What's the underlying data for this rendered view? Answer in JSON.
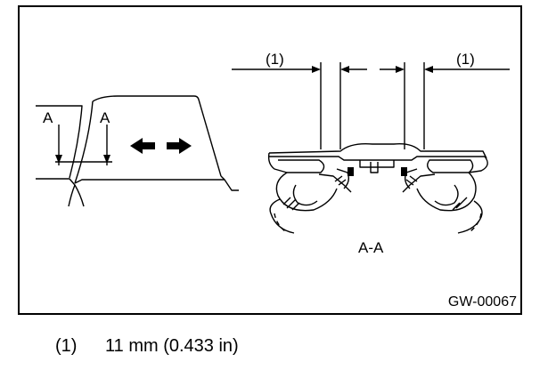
{
  "labels": {
    "section_a_left": "A",
    "section_a_right": "A",
    "callout_left": "(1)",
    "callout_right": "(1)",
    "section_view": "A-A",
    "figure_code": "GW-00067"
  },
  "legend": [
    {
      "number": "(1)",
      "text": "11 mm (0.433 in)"
    }
  ],
  "icons": {
    "move_arrow": "double-arrow-icon"
  }
}
